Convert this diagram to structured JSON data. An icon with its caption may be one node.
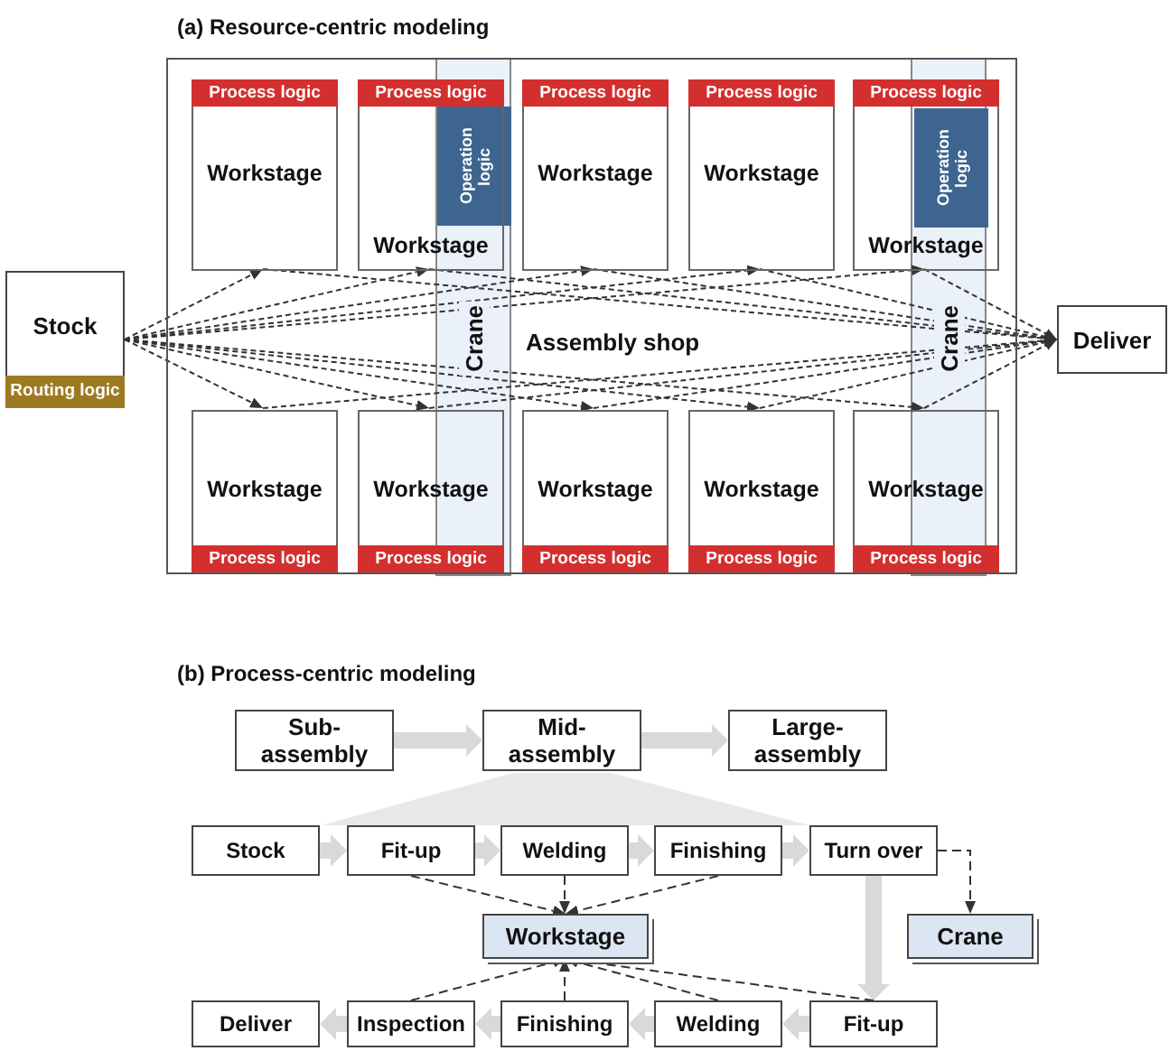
{
  "diagram": {
    "nodes": [
      {
        "text": [
          "Assembly shop"
        ]
      },
      {
        "text": [
          "Operation logic"
        ],
        "in": 0
      },
      {
        "text": [
          "Operation logic"
        ],
        "in": 7
      },
      {
        "text": [
          "Process logic",
          "Workstage"
        ],
        "in": 0
      },
      {
        "text": [
          "Process logic",
          "Workstage"
        ],
        "in": 0
      },
      {
        "text": [
          "Process logic",
          "Workstage"
        ],
        "in": 0
      },
      {
        "text": [
          "Process logic",
          "Workstage"
        ],
        "in": 0
      },
      {
        "text": [
          "Process logic",
          "Workstage"
        ],
        "in": 0
      },
      {
        "text": [
          "Workstage",
          "Process logic"
        ],
        "in": 0
      },
      {
        "text": [
          "Workstage",
          "Process logic"
        ],
        "in": 0
      },
      {
        "text": [
          "Workstage",
          "Process logic"
        ],
        "in": 0
      },
      {
        "text": [
          "Workstage",
          "Process logic"
        ],
        "in": 0
      },
      {
        "text": [
          "Workstage",
          "Process logic"
        ],
        "in": 0
      },
      {
        "text": [
          "Stock",
          "Routing logic"
        ]
      },
      {
        "text": [
          "Deliver"
        ]
      },
      {
        "text": [
          "Sub-assembly"
        ]
      },
      {
        "text": [
          "Mid-assembly"
        ]
      },
      {
        "text": [
          "Large-assembly"
        ]
      },
      {
        "text": [
          "Stock"
        ]
      },
      {
        "text": [
          "Fit-up"
        ]
      },
      {
        "text": [
          "Welding"
        ]
      },
      {
        "text": [
          "Finishing"
        ]
      },
      {
        "text": [
          "Turn over"
        ]
      },
      {
        "text": [
          "Workstage"
        ]
      },
      {
        "text": [
          "Crane"
        ]
      },
      {
        "text": [
          "Deliver"
        ]
      },
      {
        "text": [
          "Inspection"
        ]
      },
      {
        "text": [
          "Finishing"
        ]
      },
      {
        "text": [
          "Welding"
        ]
      },
      {
        "text": [
          "Fit-up"
        ]
      },
      {
        "text": [],
        "shape": "trapezoid"
      }
    ],
    "edges": [
      {
        "from": 13,
        "to": 3,
        "arrow": "to",
        "style": "dashed"
      },
      {
        "from": 13,
        "to": 4,
        "arrow": "to",
        "style": "dashed"
      },
      {
        "from": 13,
        "to": 5,
        "arrow": "to",
        "style": "dashed"
      },
      {
        "from": 13,
        "to": 6,
        "arrow": "to",
        "style": "dashed"
      },
      {
        "from": 13,
        "to": 7,
        "arrow": "to",
        "style": "dashed"
      },
      {
        "from": 13,
        "to": 8,
        "arrow": "to",
        "style": "dashed"
      },
      {
        "from": 13,
        "to": 9,
        "arrow": "to",
        "style": "dashed"
      },
      {
        "from": 13,
        "to": 10,
        "arrow": "to",
        "style": "dashed"
      },
      {
        "from": 13,
        "to": 11,
        "arrow": "to",
        "style": "dashed"
      },
      {
        "from": 13,
        "to": 12,
        "arrow": "to",
        "style": "dashed"
      },
      {
        "from": 3,
        "to": 14,
        "arrow": "to",
        "style": "dashed"
      },
      {
        "from": 4,
        "to": 14,
        "arrow": "to",
        "style": "dashed"
      },
      {
        "from": 5,
        "to": 14,
        "arrow": "to",
        "style": "dashed"
      },
      {
        "from": 6,
        "to": 14,
        "arrow": "to",
        "style": "dashed"
      },
      {
        "from": 7,
        "to": 14,
        "arrow": "to",
        "style": "dashed"
      },
      {
        "from": 8,
        "to": 14,
        "arrow": "to",
        "style": "dashed"
      },
      {
        "from": 9,
        "to": 14,
        "arrow": "to",
        "style": "dashed"
      },
      {
        "from": 10,
        "to": 14,
        "arrow": "to",
        "style": "dashed"
      },
      {
        "from": 11,
        "to": 14,
        "arrow": "to",
        "style": "dashed"
      },
      {
        "from": 12,
        "to": 14,
        "arrow": "to",
        "style": "dashed"
      },
      {
        "from": 15,
        "to": 16,
        "arrow": "to",
        "style": "thick",
        "color": "#d9d9d9"
      },
      {
        "from": 16,
        "to": 17,
        "arrow": "to",
        "style": "thick",
        "color": "#d9d9d9"
      },
      {
        "from": 18,
        "to": 19,
        "arrow": "to",
        "style": "thick",
        "color": "#d9d9d9"
      },
      {
        "from": 19,
        "to": 20,
        "arrow": "to",
        "style": "thick",
        "color": "#d9d9d9"
      },
      {
        "from": 20,
        "to": 21,
        "arrow": "to",
        "style": "thick",
        "color": "#d9d9d9"
      },
      {
        "from": 21,
        "to": 22,
        "arrow": "to",
        "style": "thick",
        "color": "#d9d9d9"
      },
      {
        "from": 22,
        "to": 29,
        "arrow": "to",
        "style": "thick",
        "color": "#d9d9d9"
      },
      {
        "from": 29,
        "to": 28,
        "arrow": "to",
        "style": "thick",
        "color": "#d9d9d9"
      },
      {
        "from": 28,
        "to": 27,
        "arrow": "to",
        "style": "thick",
        "color": "#d9d9d9"
      },
      {
        "from": 27,
        "to": 26,
        "arrow": "to",
        "style": "thick",
        "color": "#d9d9d9"
      },
      {
        "from": 26,
        "to": 25,
        "arrow": "to",
        "style": "thick",
        "color": "#d9d9d9"
      },
      {
        "from": 19,
        "to": 23,
        "arrow": "to",
        "style": "dashed"
      },
      {
        "from": 20,
        "to": 23,
        "arrow": "to",
        "style": "dashed"
      },
      {
        "from": 21,
        "to": 23,
        "arrow": "to",
        "style": "dashed"
      },
      {
        "from": 26,
        "to": 23,
        "arrow": "to",
        "style": "dashed"
      },
      {
        "from": 27,
        "to": 23,
        "arrow": "to",
        "style": "dashed"
      },
      {
        "from": 28,
        "to": 23,
        "arrow": "to",
        "style": "dashed"
      },
      {
        "from": 29,
        "to": 23,
        "arrow": "to",
        "style": "dashed"
      },
      {
        "from": 22,
        "to": 24,
        "arrow": "to",
        "style": "dashed"
      }
    ],
    "labels": [
      "(a) Resource-centric modeling",
      "Crane",
      "Crane",
      "(b) Process-centric modeling"
    ]
  }
}
